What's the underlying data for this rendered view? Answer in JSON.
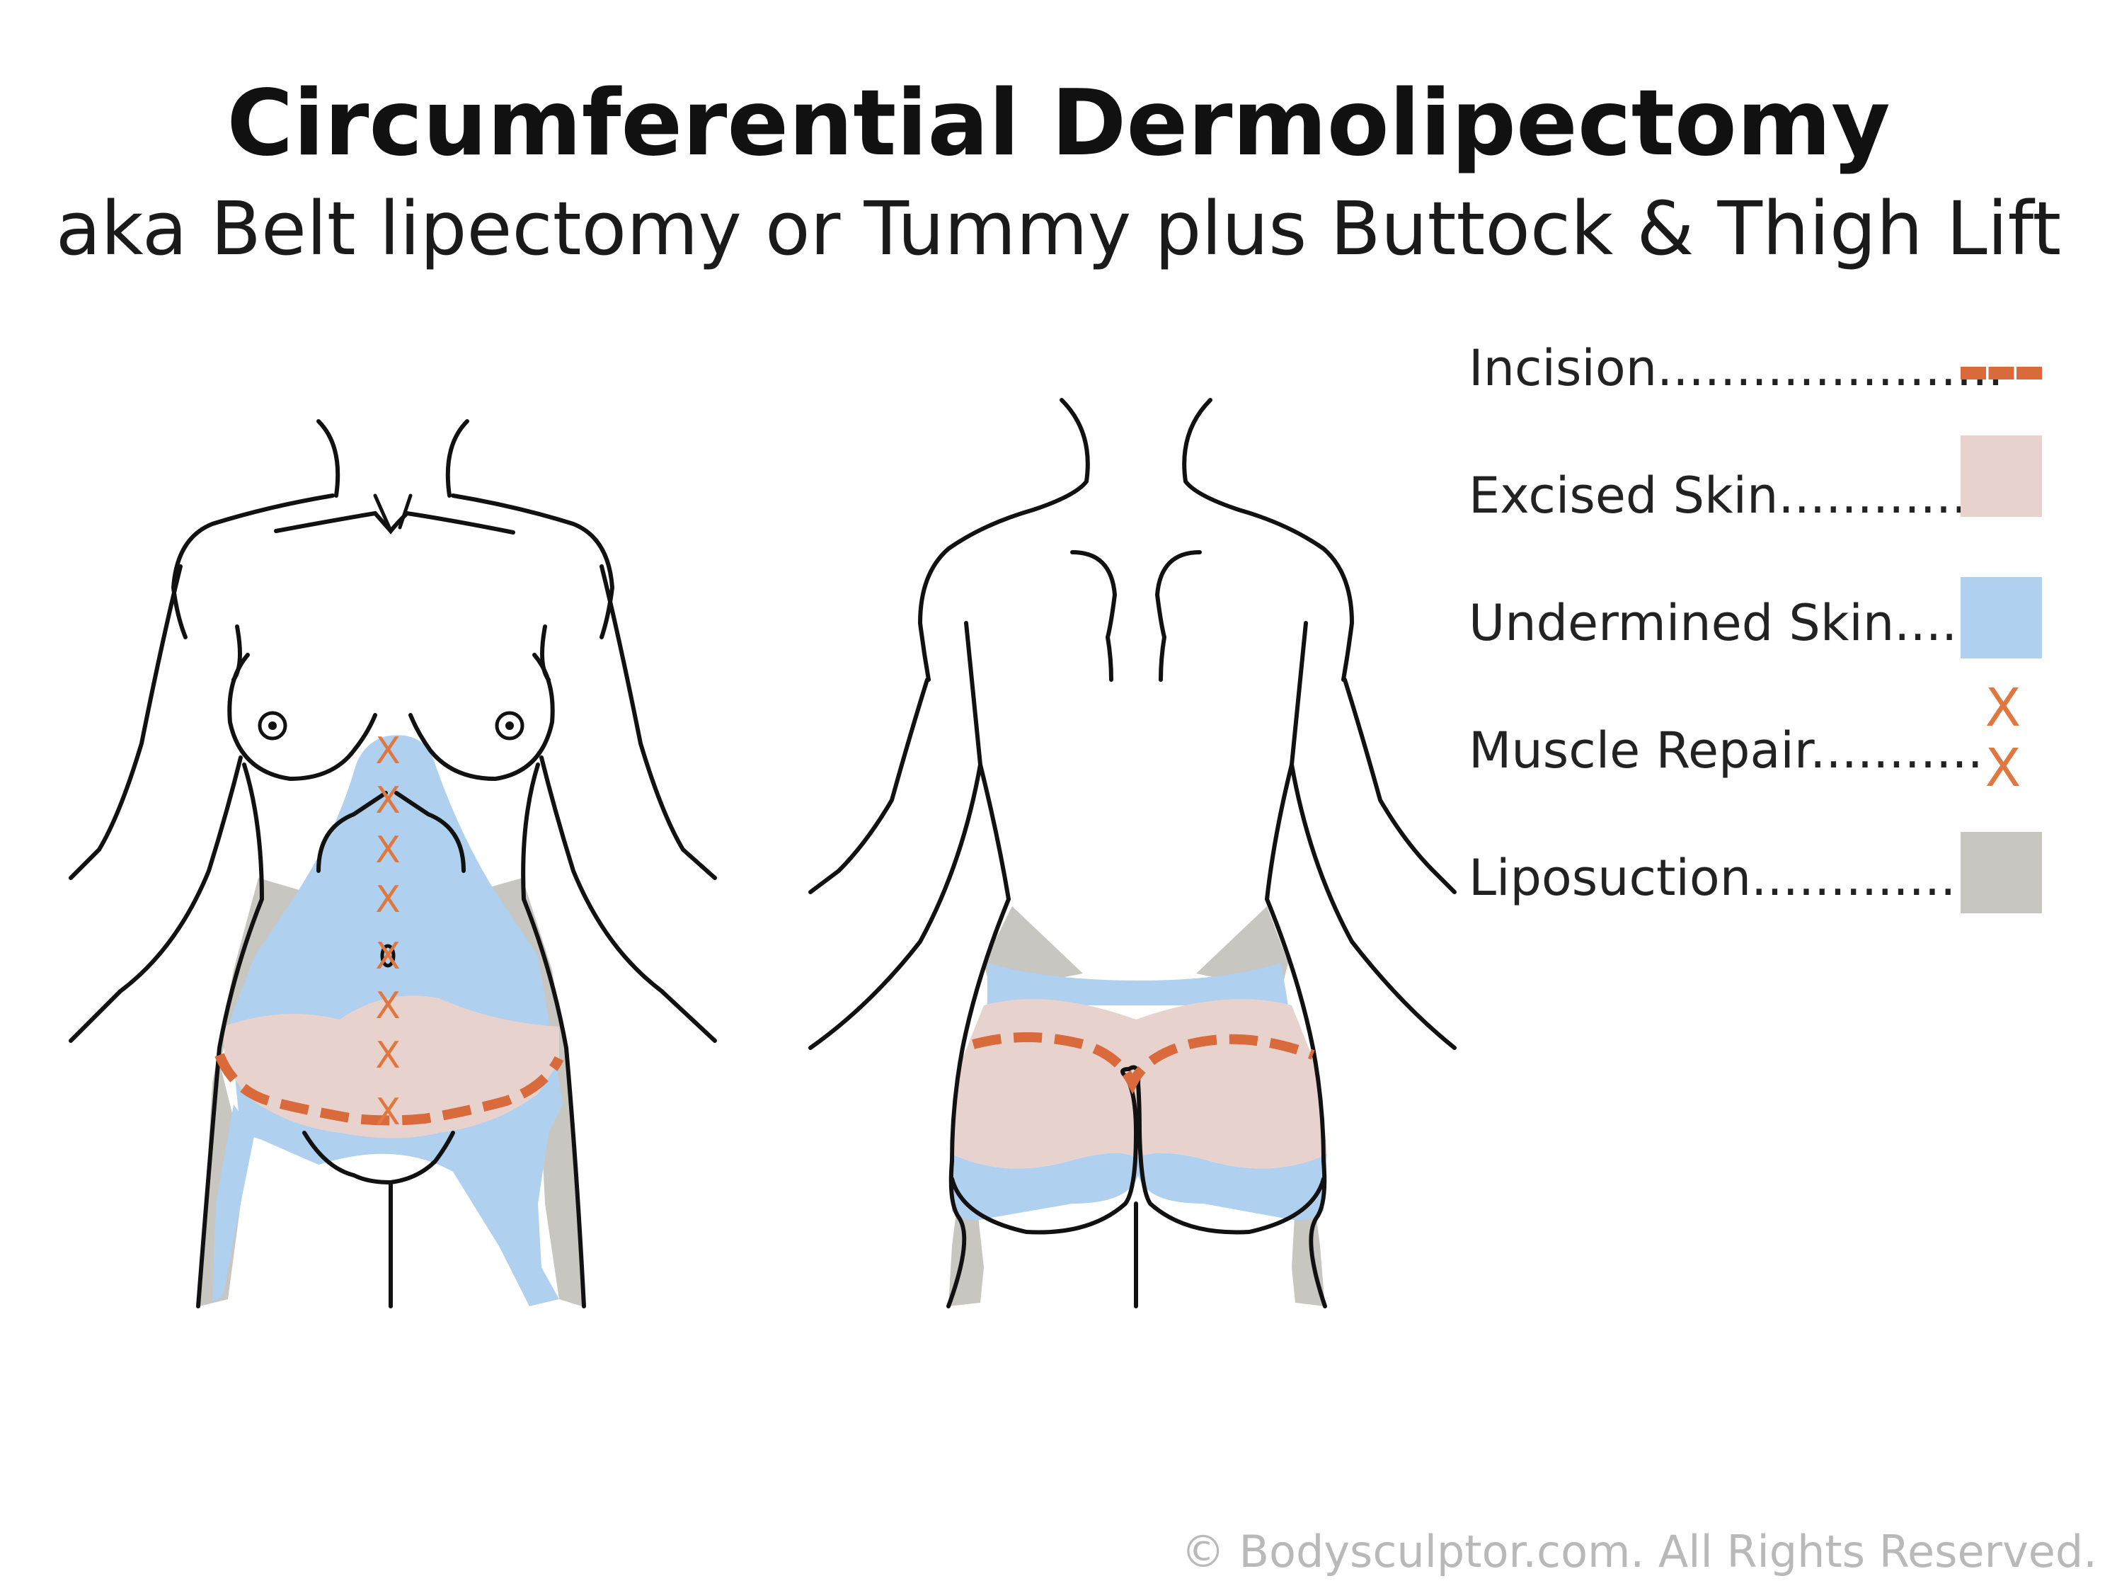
{
  "title": "Circumferential Dermolipectomy",
  "subtitle": "aka Belt lipectomy or Tummy plus Buttock & Thigh Lift",
  "legend": [
    {
      "label": "Incision......................",
      "symbol": "dashed-line",
      "color": "#D96A3B"
    },
    {
      "label": "Excised Skin.............",
      "symbol": "swatch",
      "color": "#E8D2CD"
    },
    {
      "label": "Undermined Skin.....",
      "symbol": "swatch",
      "color": "#AFD0EE"
    },
    {
      "label": "Muscle Repair...........",
      "symbol": "x-marks",
      "marks": [
        "X",
        "X"
      ],
      "color": "#E0773F"
    },
    {
      "label": "Liposuction................",
      "symbol": "swatch",
      "color": "#C8C6C1"
    }
  ],
  "muscle_repair_mark": "X",
  "copyright": "© Bodysculptor.com.  All Rights Reserved.",
  "colors": {
    "outline": "#111111",
    "incision": "#D96A3B",
    "excised": "#E8D2CD",
    "undermined": "#AFD0EE",
    "liposuction": "#C8C6C1",
    "muscle_repair": "#E0773F",
    "copyright_text": "#B9B9B9"
  }
}
